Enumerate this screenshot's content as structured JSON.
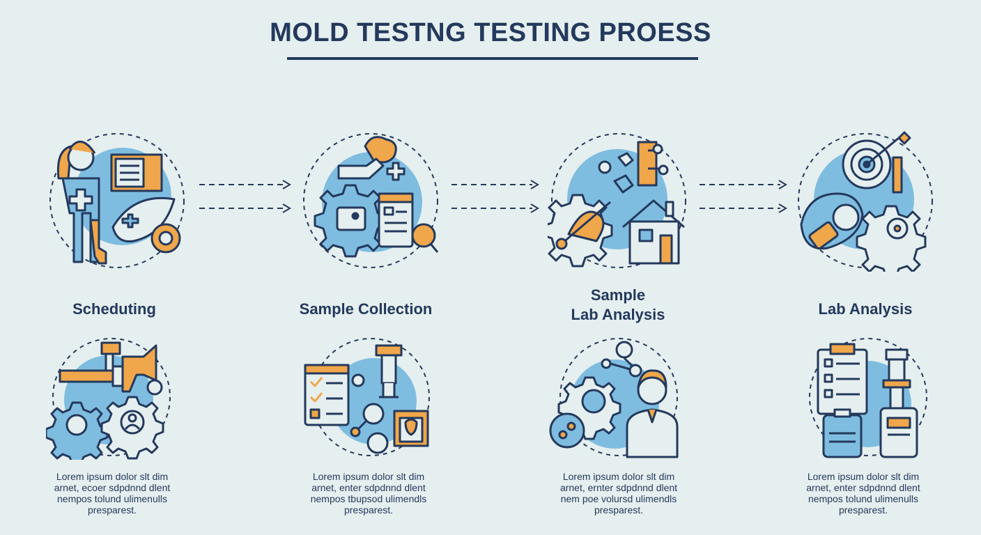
{
  "title": "MOLD TESTNG TESTING PROESS",
  "steps": [
    {
      "label": "Scheduting",
      "desc_lines": [
        "Lorem ipsum dolor slt dim",
        "arnet, ecoer sdpdnnd dlent",
        "nempos tolund ulimenulls",
        "presparest."
      ]
    },
    {
      "label": "Sample Collection",
      "desc_lines": [
        "Lorem ipsum dolor slt dim",
        "arnet, enter sdpdnnd dlent",
        "nempos tbupsod ulimendls",
        "presparest."
      ]
    },
    {
      "label_line1": "Sample",
      "label_line2": "Lab Analysis",
      "desc_lines": [
        "Lorem ipsum dolor slt dim",
        "arnet, ernter sdpdnnd dlent",
        "nem poe volursd ulimendls",
        "presparest."
      ]
    },
    {
      "label": "Lab Analysis",
      "desc_lines": [
        "Lorem ipsum dolor slt dim",
        "arnet, enter sdpdnnd dlent",
        "nempos tolund ulimenulls",
        "presparest."
      ]
    }
  ],
  "icons": {
    "step1_top": "worker-with-gear-icon",
    "step2_top": "sample-collection-icon",
    "step3_top": "house-analysis-icon",
    "step4_top": "target-lab-icon",
    "step1_bottom": "tools-gears-icon",
    "step2_bottom": "checklist-microscope-icon",
    "step3_bottom": "scientist-gear-icon",
    "step4_bottom": "clipboard-lab-equipment-icon"
  },
  "colors": {
    "background": "#e6efef",
    "navy": "#23395d",
    "blue": "#7fbde0",
    "orange": "#f0a64a"
  }
}
